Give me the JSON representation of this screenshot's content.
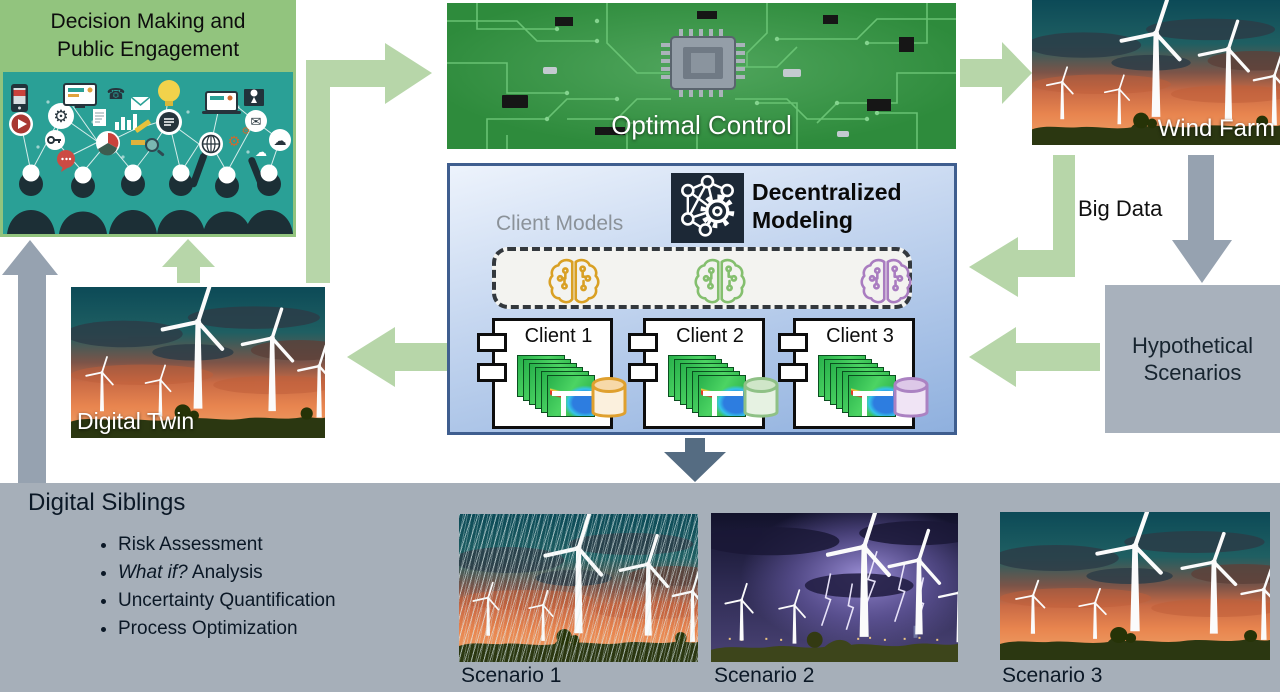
{
  "decision": {
    "title_line1": "Decision Making and",
    "title_line2": "Public Engagement"
  },
  "optimal_control": {
    "label": "Optimal Control"
  },
  "wind_farm": {
    "label": "Wind Farm"
  },
  "big_data_label": "Big Data",
  "hypothetical": {
    "line1": "Hypothetical",
    "line2": "Scenarios"
  },
  "digital_twin": {
    "label": "Digital Twin"
  },
  "decentralized": {
    "title_line1": "Decentralized",
    "title_line2": "Modeling",
    "client_models_label": "Client Models",
    "clients": [
      {
        "label": "Client 1"
      },
      {
        "label": "Client 2"
      },
      {
        "label": "Client 3"
      }
    ]
  },
  "digital_siblings": {
    "title": "Digital Siblings",
    "bullets": [
      {
        "italic": "",
        "text": "Risk Assessment"
      },
      {
        "italic": "What if?",
        "text": " Analysis"
      },
      {
        "italic": "",
        "text": "Uncertainty Quantification"
      },
      {
        "italic": "",
        "text": "Process Optimization"
      }
    ]
  },
  "scenarios": [
    {
      "label": "Scenario 1"
    },
    {
      "label": "Scenario 2"
    },
    {
      "label": "Scenario 3"
    }
  ],
  "colors": {
    "arrow_green": "#b7d6a9",
    "arrow_gray": "#96a2b0",
    "arrow_slate": "#556c82",
    "header_green": "#92c47e",
    "panel_gray": "#a6afb9",
    "box_border": "#3f5e8f",
    "client_model_colors": [
      "#d9a024",
      "#84bf6e",
      "#a97cc0"
    ]
  }
}
